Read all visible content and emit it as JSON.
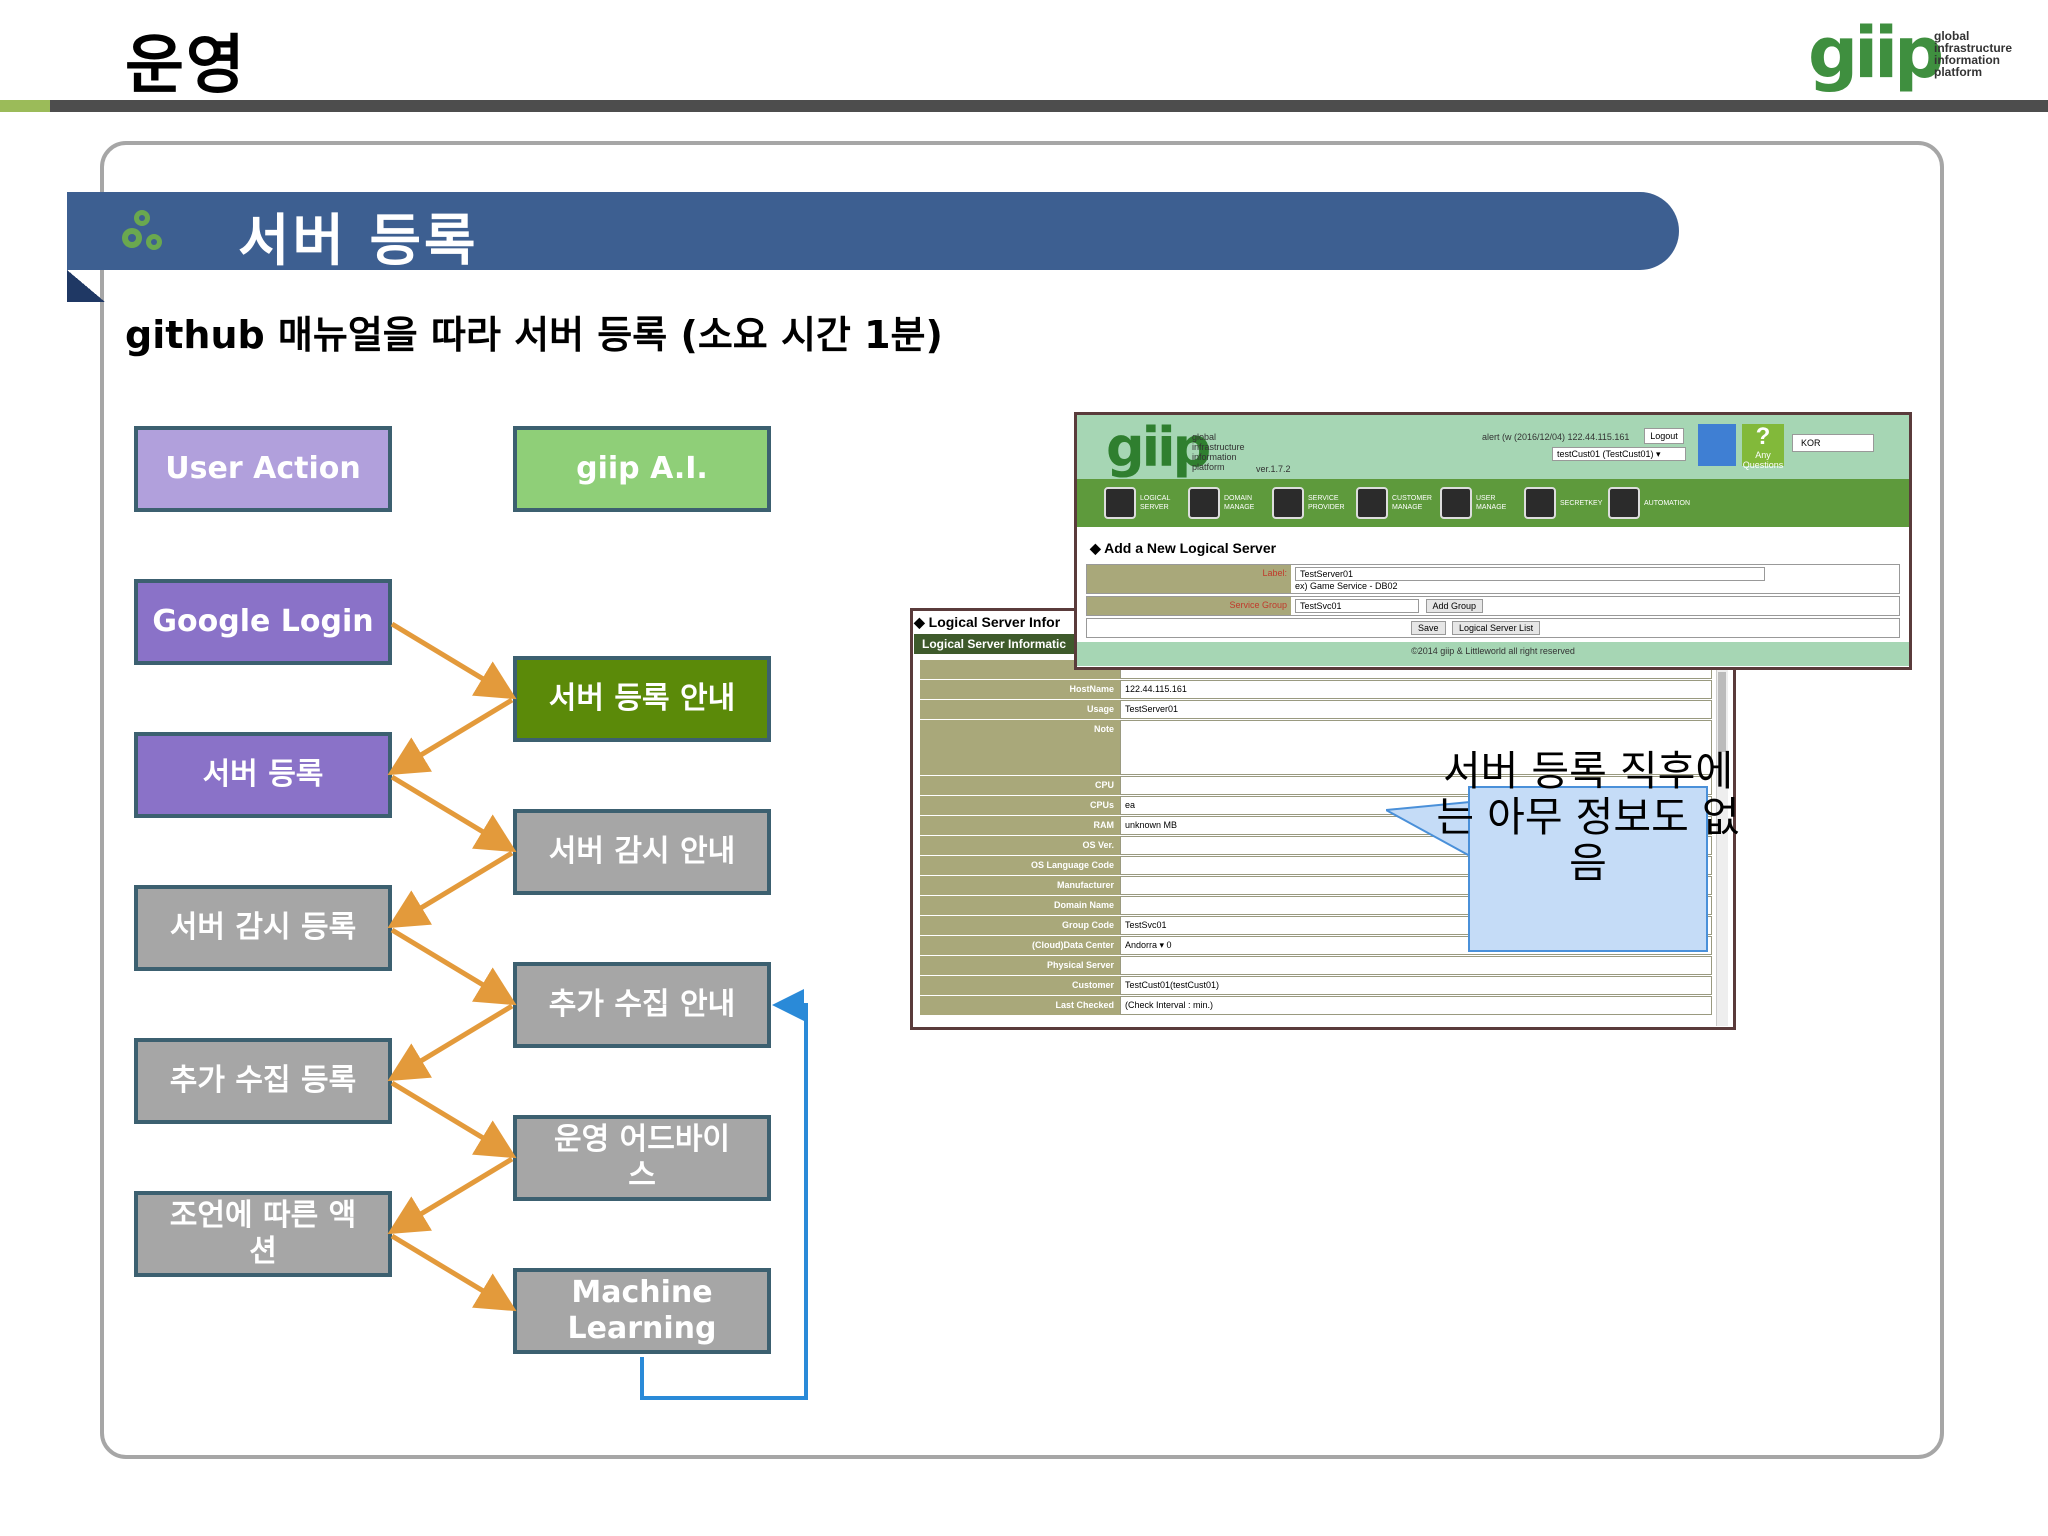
{
  "page": {
    "title": "운영",
    "section_title": "서버 등록",
    "subtitle": "github 매뉴얼을 따라 서버 등록 (소요 시간 1분)"
  },
  "logo": {
    "word": "giip",
    "tagline_1": "global",
    "tagline_2": "infrastructure",
    "tagline_3": "information",
    "tagline_4": "platform"
  },
  "flow": {
    "left_header": "User Action",
    "right_header": "giip A.I.",
    "left": [
      "Google Login",
      "서버 등록",
      "서버 감시 등록",
      "추가 수집 등록",
      "조언에 따른 액션"
    ],
    "right": [
      "서버 등록 안내",
      "서버 감시 안내",
      "추가 수집 안내",
      "운영 어드바이스",
      "Machine Learning"
    ]
  },
  "screenshot": {
    "logo_word": "giip",
    "logo_tag": "global infrastructure information platform",
    "version": "ver.1.7.2",
    "alert": "alert (w (2016/12/04) 122.44.115.161",
    "logout": "Logout",
    "user": "testCust01 (TestCust01) ▾",
    "help_big": "?",
    "help_small": "Any Questions",
    "lang": "KOR",
    "nav": [
      {
        "label": "LOGICAL SERVER",
        "icon": "server-icon"
      },
      {
        "label": "DOMAIN MANAGE",
        "icon": "www-icon"
      },
      {
        "label": "SERVICE PROVIDER",
        "icon": "building-icon"
      },
      {
        "label": "CUSTOMER MANAGE",
        "icon": "globe-icon"
      },
      {
        "label": "USER MANAGE",
        "icon": "user-icon"
      },
      {
        "label": "SECRETKEY",
        "icon": "lock-icon"
      },
      {
        "label": "AUTOMATION",
        "icon": "gears-icon"
      }
    ],
    "add_title": "◆ Add a New Logical Server",
    "form": {
      "label_label": "Label:",
      "label_value": "TestServer01",
      "label_hint": "ex) Game Service - DB02",
      "group_label": "Service Group",
      "group_value": "TestSvc01",
      "add_group": "Add Group",
      "save": "Save",
      "list": "Logical Server List"
    },
    "copyright": "©2014 giip & Littleworld all right reserved",
    "info_title": "◆ Logical Server Infor",
    "info_bar": "Logical Server Informatic",
    "rows": [
      {
        "label": "",
        "value": ""
      },
      {
        "label": "HostName",
        "value": "122.44.115.161"
      },
      {
        "label": "Usage",
        "value": "TestServer01"
      },
      {
        "label": "Note",
        "value": ""
      },
      {
        "label": "CPU",
        "value": ""
      },
      {
        "label": "CPUs",
        "value": "ea"
      },
      {
        "label": "RAM",
        "value": "unknown MB"
      },
      {
        "label": "OS Ver.",
        "value": ""
      },
      {
        "label": "OS Language Code",
        "value": ""
      },
      {
        "label": "Manufacturer",
        "value": ""
      },
      {
        "label": "Domain Name",
        "value": ""
      },
      {
        "label": "Group Code",
        "value": "TestSvc01"
      },
      {
        "label": "(Cloud)Data Center",
        "value": "Andorra ▾   0"
      },
      {
        "label": "Physical Server",
        "value": ""
      },
      {
        "label": "Customer",
        "value": "TestCust01(testCust01)"
      },
      {
        "label": "Last Checked",
        "value": "(Check Interval : min.)"
      }
    ]
  },
  "callout": "서버 등록 직후에는 아무 정보도 없음"
}
